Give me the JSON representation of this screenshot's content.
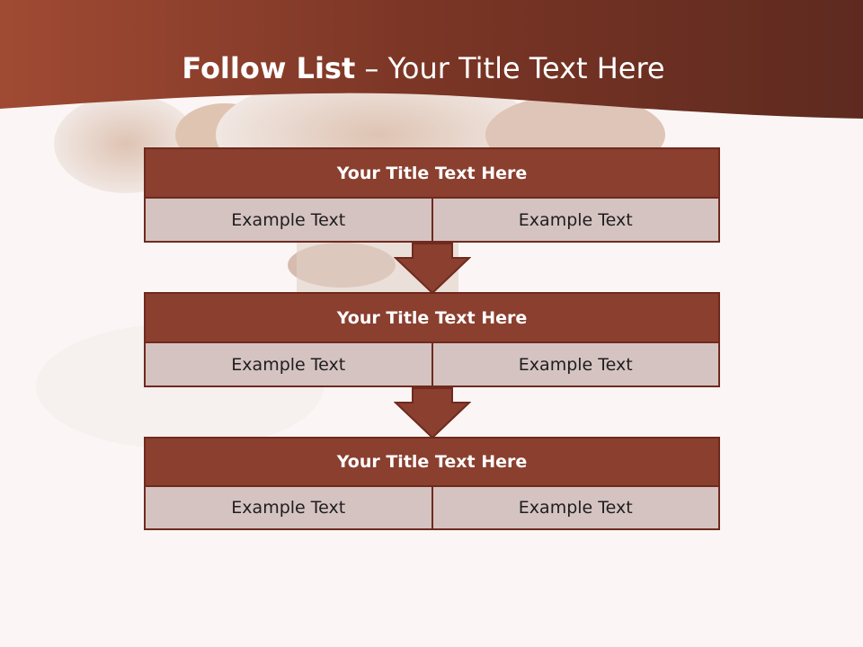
{
  "header": {
    "title_bold": "Follow List",
    "title_dash": " – ",
    "title_rest": "Your Title Text Here"
  },
  "colors": {
    "header_band": "#8a3f2f",
    "block_title": "#8a3f2f",
    "block_cell": "#d5c3c2",
    "border": "#6f2a1e"
  },
  "steps": [
    {
      "title": "Your Title Text Here",
      "cells": [
        "Example Text",
        "Example Text"
      ]
    },
    {
      "title": "Your Title Text Here",
      "cells": [
        "Example Text",
        "Example Text"
      ]
    },
    {
      "title": "Your Title Text Here",
      "cells": [
        "Example Text",
        "Example Text"
      ]
    }
  ]
}
